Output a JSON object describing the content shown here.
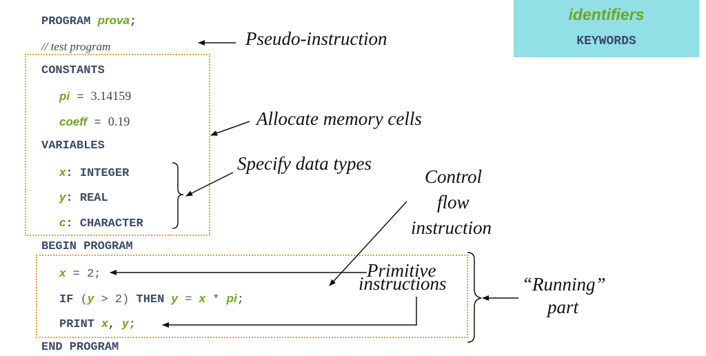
{
  "legend": {
    "identifiers": "identifiers",
    "keywords": "KEYWORDS"
  },
  "program": {
    "kw_program": "PROGRAM",
    "name": "prova",
    "semicolon": ";",
    "comment": "// test program",
    "kw_constants": "CONSTANTS",
    "const_pi_name": "pi",
    "const_pi_value": "3.14159",
    "const_coeff_name": "coeff",
    "const_coeff_value": "0.19",
    "equals": "=",
    "kw_variables": "VARIABLES",
    "var_x": "x",
    "type_x": "INTEGER",
    "var_y": "y",
    "type_y": "REAL",
    "var_c": "c",
    "type_c": "CHARACTER",
    "colon": ":",
    "kw_begin": "BEGIN PROGRAM",
    "assign_rest": " = 2;",
    "kw_if": "IF",
    "paren_open": " (",
    "cond_rest": " > 2) ",
    "kw_then": "THEN",
    "times": " * ",
    "end_semicolon": ";",
    "kw_print": "PRINT",
    "comma": ", ",
    "kw_end": "END PROGRAM"
  },
  "annotations": {
    "pseudo": "Pseudo-instruction",
    "allocate": "Allocate memory cells",
    "specify": "Specify data types",
    "control_1": "Control",
    "control_2": "flow",
    "control_3": "instruction",
    "primitive_1": "Primitive",
    "primitive_2": "instructions",
    "running_1": "“Running”",
    "running_2": "part"
  }
}
